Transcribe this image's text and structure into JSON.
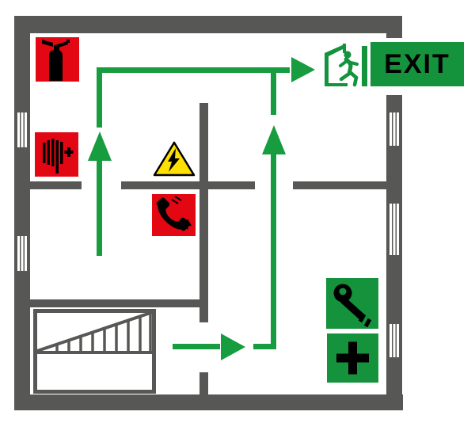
{
  "exit_sign": {
    "label": "EXIT"
  },
  "colors": {
    "background": "#ffffff",
    "wall_gray": "#575756",
    "safety_red": "#e30613",
    "safety_green": "#14923c",
    "route_green": "#179c40",
    "warning_yellow": "#ffe000",
    "icon_black": "#000000",
    "window_white": "#ffffff"
  },
  "icons": {
    "fire_extinguisher": "fire-extinguisher-icon",
    "fire_hose_reel": "fire-hose-reel-icon",
    "electrical_hazard": "electrical-hazard-warning-icon",
    "emergency_telephone": "emergency-telephone-icon",
    "exit_running_man": "exit-running-man-door-icon",
    "key_box": "key-icon",
    "first_aid": "first-aid-cross-icon",
    "stairs": "stairs-icon",
    "window": "window-marker",
    "escape_route": "escape-route-arrow"
  }
}
